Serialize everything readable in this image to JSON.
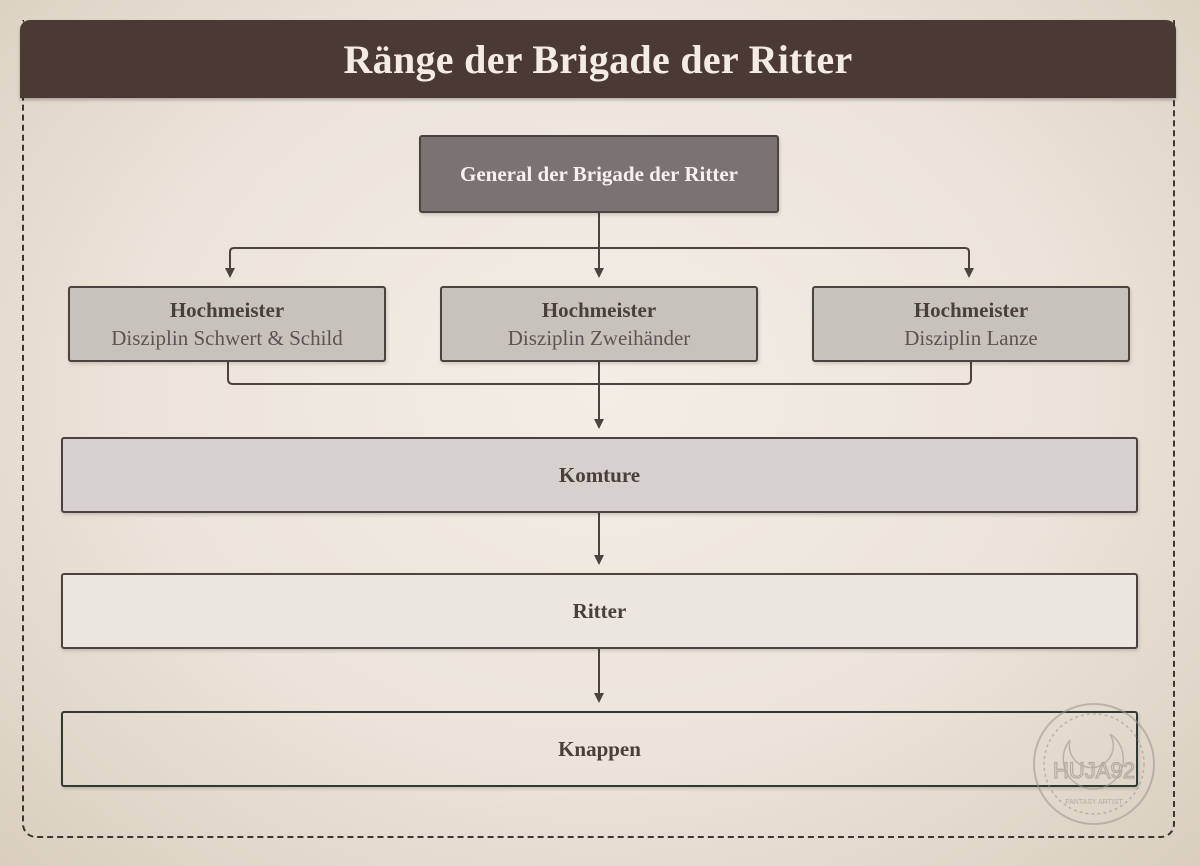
{
  "title": "Ränge der Brigade der Ritter",
  "nodes": {
    "general": "General der Brigade der Ritter",
    "hochmeister": [
      {
        "title": "Hochmeister",
        "subtitle": "Disziplin Schwert & Schild"
      },
      {
        "title": "Hochmeister",
        "subtitle": "Disziplin Zweihänder"
      },
      {
        "title": "Hochmeister",
        "subtitle": "Disziplin Lanze"
      }
    ],
    "komture": "Komture",
    "ritter": "Ritter",
    "knappen": "Knappen"
  },
  "watermark": {
    "text": "HUJA92",
    "subtext": "FANTASY ARTIST"
  },
  "colors": {
    "title_bar": "#4a3a33",
    "general_box": "#7b7371",
    "hochmeister_box": "#c8c2bd",
    "komture_box": "#d6d1cd",
    "ritter_box": "#ece6e1",
    "line": "#4a4340"
  }
}
